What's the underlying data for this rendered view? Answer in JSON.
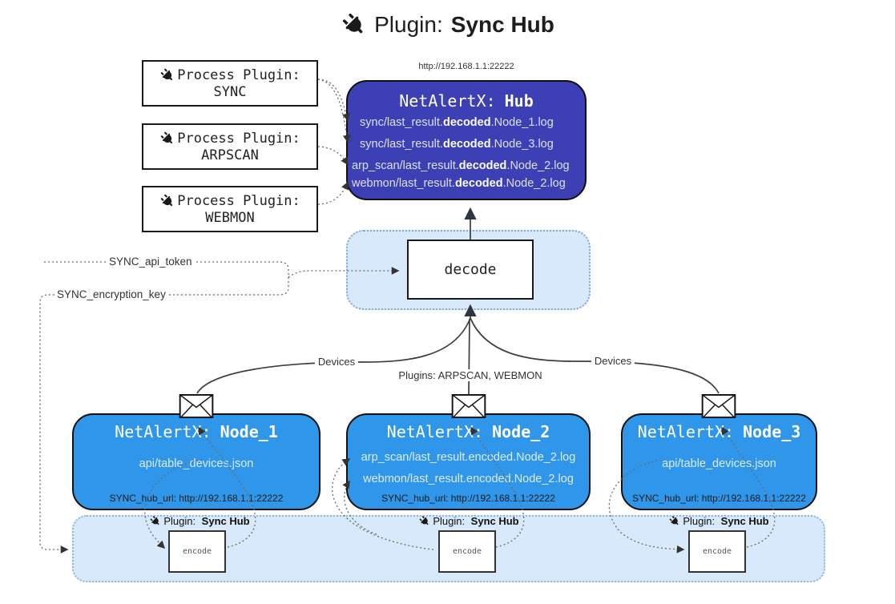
{
  "title": {
    "prefix": "Plugin:",
    "name": "Sync Hub"
  },
  "process_plugins": [
    {
      "label": "Process Plugin:",
      "name": "SYNC"
    },
    {
      "label": "Process Plugin:",
      "name": "ARPSCAN"
    },
    {
      "label": "Process Plugin:",
      "name": "WEBMON"
    }
  ],
  "hub": {
    "url": "http://192.168.1.1:22222",
    "title_prefix": "NetAlertX:",
    "title_name": "Hub",
    "logs": [
      {
        "pre": "sync/last_result.",
        "bold": "decoded",
        "post": ".Node_1.log"
      },
      {
        "pre": "sync/last_result.",
        "bold": "decoded",
        "post": ".Node_3.log"
      },
      {
        "pre": "arp_scan/last_result.",
        "bold": "decoded",
        "post": ".Node_2.log"
      },
      {
        "pre": "webmon/last_result.",
        "bold": "decoded",
        "post": ".Node_2.log"
      }
    ]
  },
  "decode": {
    "label": "decode"
  },
  "secrets": {
    "api_token": "SYNC_api_token",
    "encryption_key": "SYNC_encryption_key"
  },
  "edge_labels": {
    "devices_left": "Devices",
    "plugins_center": "Plugins: ARPSCAN, WEBMON",
    "devices_right": "Devices"
  },
  "nodes": [
    {
      "title_prefix": "NetAlertX:",
      "title_name": "Node_1",
      "line1": "api/table_devices.json",
      "line2": "",
      "footer": "SYNC_hub_url: http://192.168.1.1:22222"
    },
    {
      "title_prefix": "NetAlertX:",
      "title_name": "Node_2",
      "line1": "arp_scan/last_result.encoded.Node_2.log",
      "line2": "webmon/last_result.encoded.Node_2.log",
      "footer": "SYNC_hub_url: http://192.168.1.1:22222"
    },
    {
      "title_prefix": "NetAlertX:",
      "title_name": "Node_3",
      "line1": "api/table_devices.json",
      "line2": "",
      "footer": "SYNC_hub_url: http://192.168.1.1:22222"
    }
  ],
  "encoders": [
    {
      "label_prefix": "Plugin:",
      "label_name": "Sync Hub",
      "box_label": "encode"
    },
    {
      "label_prefix": "Plugin:",
      "label_name": "Sync Hub",
      "box_label": "encode"
    },
    {
      "label_prefix": "Plugin:",
      "label_name": "Sync Hub",
      "box_label": "encode"
    }
  ],
  "colors": {
    "hub_fill": "#3c40b4",
    "node_fill": "#2f96ea",
    "panel_fill": "#d7e9fa",
    "panel_border": "#8fb5dd"
  }
}
